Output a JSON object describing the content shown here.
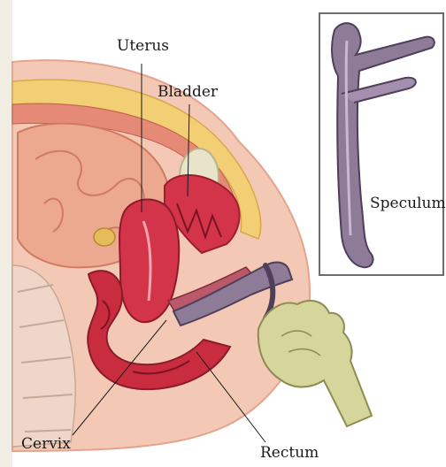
{
  "labels": {
    "uterus": "Uterus",
    "bladder": "Bladder",
    "cervix": "Cervix",
    "rectum": "Rectum",
    "speculum": "Speculum"
  },
  "colors": {
    "background": "#f1ede3",
    "skin": "#f3c8b4",
    "fat": "#f2cf74",
    "intestine": "#eda98f",
    "uterus": "#d3344a",
    "bladder": "#e7e4c9",
    "bone": "#f0d6c8",
    "speculum": "#8d7b97",
    "glove": "#d6d59b"
  },
  "icons": {
    "speculum_inset": "speculum-instrument",
    "hand": "gloved-hand"
  }
}
